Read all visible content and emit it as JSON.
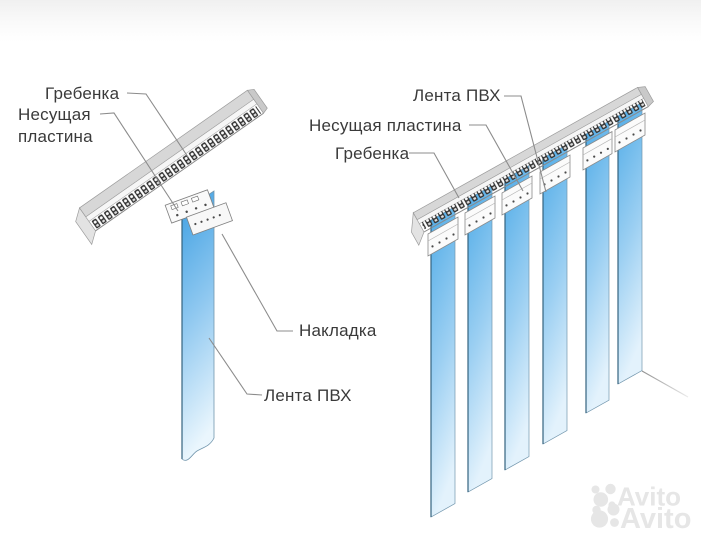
{
  "diagram_left": {
    "labels": {
      "comb": "Гребенка",
      "carrier_plate": "Несущая пластина",
      "overlay": "Накладка",
      "pvc_strip": "Лента ПВХ"
    }
  },
  "diagram_right": {
    "labels": {
      "pvc_strip": "Лента ПВХ",
      "carrier_plate": "Несущая пластина",
      "comb": "Гребенка"
    },
    "strip_count": 6
  },
  "watermark": {
    "brand": "Avito",
    "row1": "Avito",
    "row2": "Avito"
  },
  "colors": {
    "strip_blue_top": "#47a6e6",
    "strip_blue_bottom": "#e8f5fd",
    "rail_gray": "#d7d7d7",
    "rail_face": "#f6f6f6",
    "teeth_dark": "#2f2f2f",
    "leader_line": "#8c8c8c",
    "label_text": "#3a3a3a",
    "watermark_gray": "#e6e6e6"
  }
}
